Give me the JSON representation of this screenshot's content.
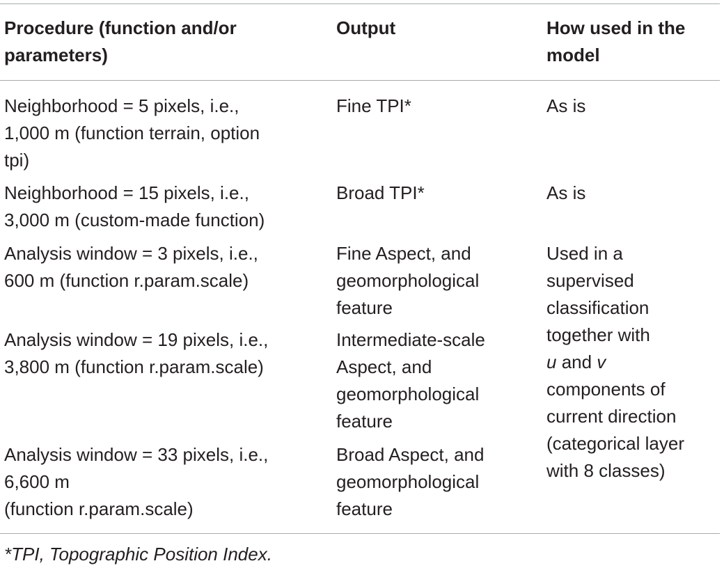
{
  "table": {
    "headers": [
      [
        "Procedure (function and/or",
        "parameters)"
      ],
      [
        "Output"
      ],
      [
        "How used in the",
        "model"
      ]
    ],
    "rows": [
      {
        "procedure": [
          "Neighborhood = 5 pixels, i.e.,",
          "1,000 m (function terrain, option",
          "tpi)"
        ],
        "output": [
          "Fine TPI*"
        ],
        "usage": [
          "As is"
        ]
      },
      {
        "procedure": [
          "Neighborhood = 15 pixels, i.e.,",
          "3,000 m (custom-made function)"
        ],
        "output": [
          "Broad TPI*"
        ],
        "usage": [
          "As is"
        ]
      },
      {
        "procedure": [
          "Analysis window = 3 pixels, i.e.,",
          "600 m (function r.param.scale)"
        ],
        "output": [
          "Fine Aspect, and",
          "geomorphological",
          "feature"
        ]
      },
      {
        "procedure": [
          "Analysis window = 19 pixels, i.e.,",
          "3,800 m (function r.param.scale)"
        ],
        "output": [
          "Intermediate-scale",
          "Aspect, and",
          "geomorphological",
          "feature"
        ]
      },
      {
        "procedure": [
          "Analysis window = 33 pixels, i.e.,",
          "6,600 m",
          "(function r.param.scale)"
        ],
        "output": [
          "Broad Aspect, and",
          "geomorphological",
          "feature"
        ]
      }
    ],
    "merged_usage": {
      "line1": "Used in a",
      "line2": "supervised",
      "line3": "classification",
      "line4": "together with",
      "line5_u": "u",
      "line5_and": " and ",
      "line5_v": "v",
      "line6": "components of",
      "line7": "current direction",
      "line8": "(categorical layer",
      "line9": "with 8 classes)"
    }
  },
  "footnote": "*TPI, Topographic Position Index."
}
